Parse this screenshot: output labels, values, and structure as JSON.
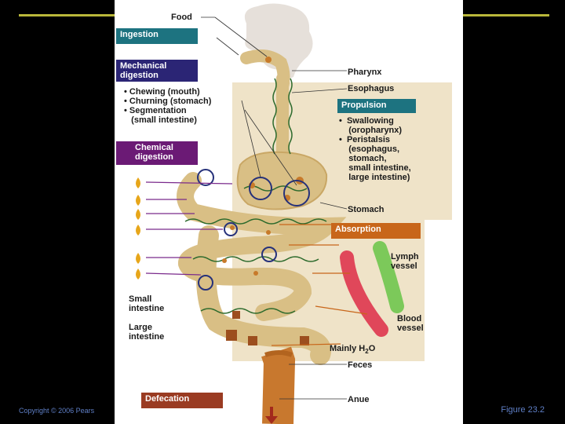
{
  "colors": {
    "accent_line": "#b9b73a",
    "teal_box": "#1d7380",
    "navy_box": "#2b2575",
    "purple_box": "#6b1a75",
    "orange_box": "#c8661a",
    "brown_box": "#9a3b22"
  },
  "labels": {
    "food": "Food",
    "pharynx": "Pharynx",
    "esophagus": "Esophagus",
    "stomach": "Stomach",
    "lymph_vessel": "Lymph\nvessel",
    "blood_vessel": "Blood\nvessel",
    "mainly_h2o_main": "Mainly H",
    "mainly_h2o_sub": "2",
    "mainly_h2o_end": "O",
    "feces": "Feces",
    "anus": "Anue",
    "small_intestine": "Small\nintestine",
    "large_intestine": "Large\nintestine"
  },
  "boxes": {
    "ingestion": "Ingestion",
    "mechanical": "Mechanical\ndigestion",
    "propulsion": "Propulsion",
    "chemical": "Chemical\ndigestion",
    "absorption": "Absorption",
    "defecation": "Defecation"
  },
  "mechanical_items": [
    "• Chewing (mouth)",
    "• Churning (stomach)",
    "• Segmentation",
    "   (small intestine)"
  ],
  "propulsion_items": [
    "•  Swallowing",
    "    (oropharynx)",
    "•  Peristalsis",
    "    (esophagus,",
    "    stomach,",
    "    small intestine,",
    "    large intestine)"
  ],
  "footer": {
    "copyright": "Copyright © 2006 Pears",
    "figure": "Figure 23.2"
  }
}
